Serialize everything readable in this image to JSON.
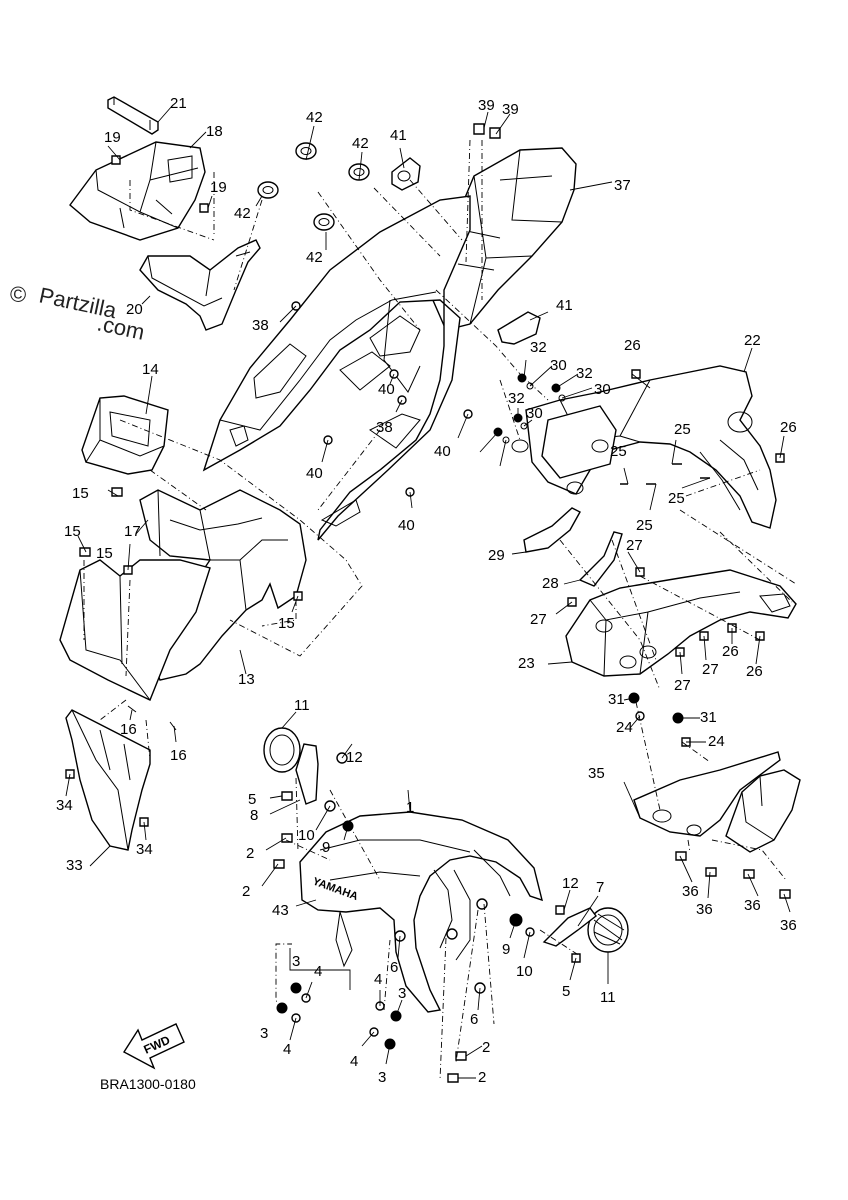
{
  "watermark": {
    "symbol": "©",
    "line1": "Partzilla",
    "line2": ".com"
  },
  "diagram_code": "BRA1300-0180",
  "fwd_arrow": "FWD",
  "fender_brand": "YAMAHA",
  "callouts": [
    "1",
    "2",
    "2",
    "2",
    "2",
    "3",
    "3",
    "3",
    "3",
    "4",
    "4",
    "4",
    "4",
    "5",
    "5",
    "6",
    "6",
    "7",
    "8",
    "9",
    "9",
    "10",
    "10",
    "11",
    "11",
    "12",
    "12",
    "13",
    "14",
    "15",
    "15",
    "15",
    "15",
    "16",
    "16",
    "17",
    "18",
    "19",
    "19",
    "20",
    "21",
    "22",
    "23",
    "24",
    "24",
    "25",
    "25",
    "25",
    "25",
    "26",
    "26",
    "26",
    "26",
    "27",
    "27",
    "27",
    "27",
    "28",
    "29",
    "30",
    "30",
    "30",
    "31",
    "31",
    "32",
    "32",
    "32",
    "33",
    "34",
    "34",
    "35",
    "36",
    "36",
    "36",
    "36",
    "37",
    "38",
    "38",
    "39",
    "39",
    "40",
    "40",
    "40",
    "40",
    "41",
    "41",
    "42",
    "42",
    "42",
    "42",
    "43"
  ],
  "colors": {
    "ink": "#000000",
    "paper": "#ffffff"
  }
}
